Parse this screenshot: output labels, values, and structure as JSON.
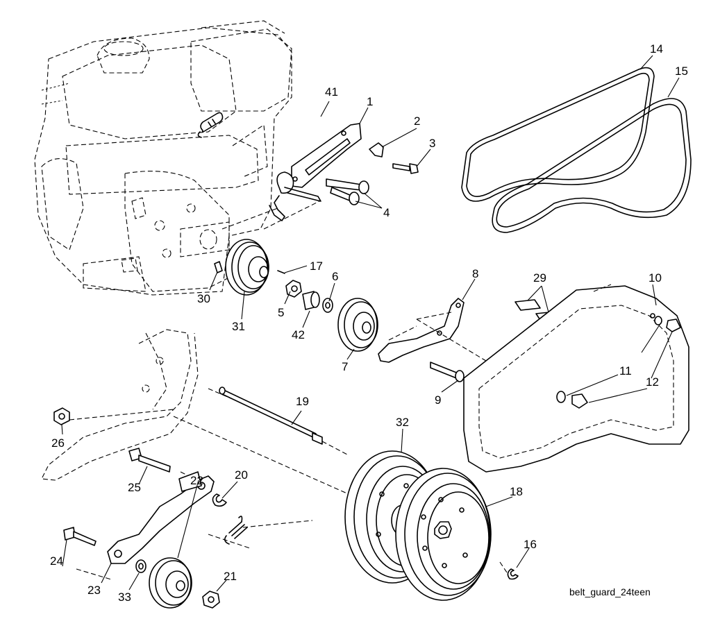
{
  "caption": "belt_guard_24teen",
  "callouts": {
    "c1": "1",
    "c2": "2",
    "c3": "3",
    "c4": "4",
    "c5": "5",
    "c6": "6",
    "c7": "7",
    "c8": "8",
    "c9": "9",
    "c10": "10",
    "c11": "11",
    "c12": "12",
    "c14": "14",
    "c15": "15",
    "c16": "16",
    "c17": "17",
    "c18": "18",
    "c19": "19",
    "c20": "20",
    "c21": "21",
    "c22": "22",
    "c23": "23",
    "c24": "24",
    "c25": "25",
    "c26": "26",
    "c29": "29",
    "c30": "30",
    "c31": "31",
    "c32": "32",
    "c33": "33",
    "c41": "41",
    "c42": "42"
  }
}
